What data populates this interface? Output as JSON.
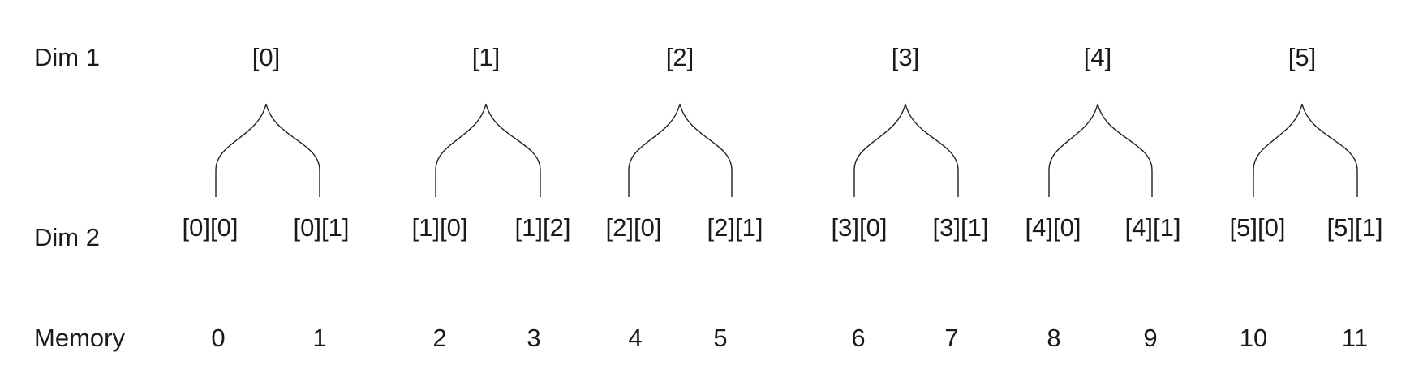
{
  "rows": {
    "dim1": "Dim 1",
    "dim2": "Dim 2",
    "memory": "Memory"
  },
  "groups": [
    {
      "parent": "[0]",
      "children": [
        "[0][0]",
        "[0][1]"
      ],
      "memory": [
        "0",
        "1"
      ]
    },
    {
      "parent": "[1]",
      "children": [
        "[1][0]",
        "[1][2]"
      ],
      "memory": [
        "2",
        "3"
      ]
    },
    {
      "parent": "[2]",
      "children": [
        "[2][0]",
        "[2][1]"
      ],
      "memory": [
        "4",
        "5"
      ]
    },
    {
      "parent": "[3]",
      "children": [
        "[3][0]",
        "[3][1]"
      ],
      "memory": [
        "6",
        "7"
      ]
    },
    {
      "parent": "[4]",
      "children": [
        "[4][0]",
        "[4][1]"
      ],
      "memory": [
        "8",
        "9"
      ]
    },
    {
      "parent": "[5]",
      "children": [
        "[5][0]",
        "[5][1]"
      ],
      "memory": [
        "10",
        "11"
      ]
    }
  ]
}
